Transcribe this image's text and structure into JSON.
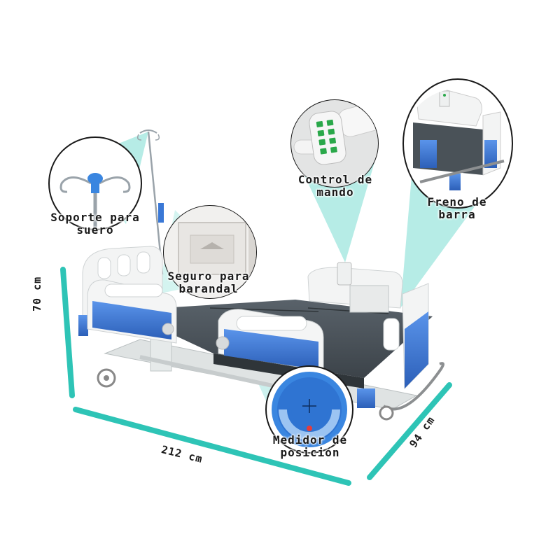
{
  "callouts": {
    "iv_pole": {
      "line1": "Soporte para",
      "line2": "suero"
    },
    "side_rail_lock": {
      "line1": "Seguro para",
      "line2": "barandal"
    },
    "remote": {
      "line1": "Control de",
      "line2": "mando"
    },
    "brake": {
      "line1": "Freno de",
      "line2": "barra"
    },
    "angle_meter": {
      "line1": "Medidor de",
      "line2": "posición"
    }
  },
  "dimensions": {
    "height": "70 cm",
    "length": "212 cm",
    "width": "94 cm"
  },
  "colors": {
    "accent": "#2ec4b6",
    "beam": "#9ee6de",
    "bed_blue": "#3a78d6",
    "mattress": "#4a5258",
    "frame": "#e9ecec"
  }
}
